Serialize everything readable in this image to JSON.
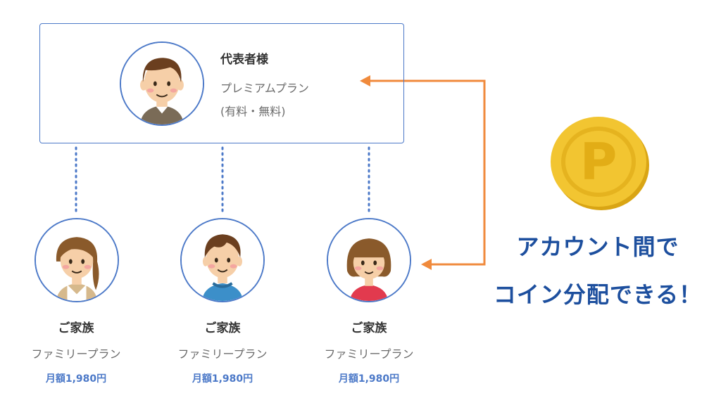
{
  "representative": {
    "title": "代表者様",
    "plan": "プレミアムプラン",
    "price": "(有料・無料)"
  },
  "members": [
    {
      "title": "ご家族",
      "plan": "ファミリープラン",
      "price": "月額1,980円"
    },
    {
      "title": "ご家族",
      "plan": "ファミリープラン",
      "price": "月額1,980円"
    },
    {
      "title": "ご家族",
      "plan": "ファミリープラン",
      "price": "月額1,980円"
    }
  ],
  "message": {
    "line1": "アカウント間で",
    "line2": "コイン分配できる！"
  },
  "coin": {
    "symbol": "P",
    "icon": "coin-icon"
  },
  "colors": {
    "frame_blue": "#4c79c8",
    "arrow_orange": "#f08a3c",
    "message_blue": "#1d4f9e",
    "coin_gold": "#e8b923"
  }
}
